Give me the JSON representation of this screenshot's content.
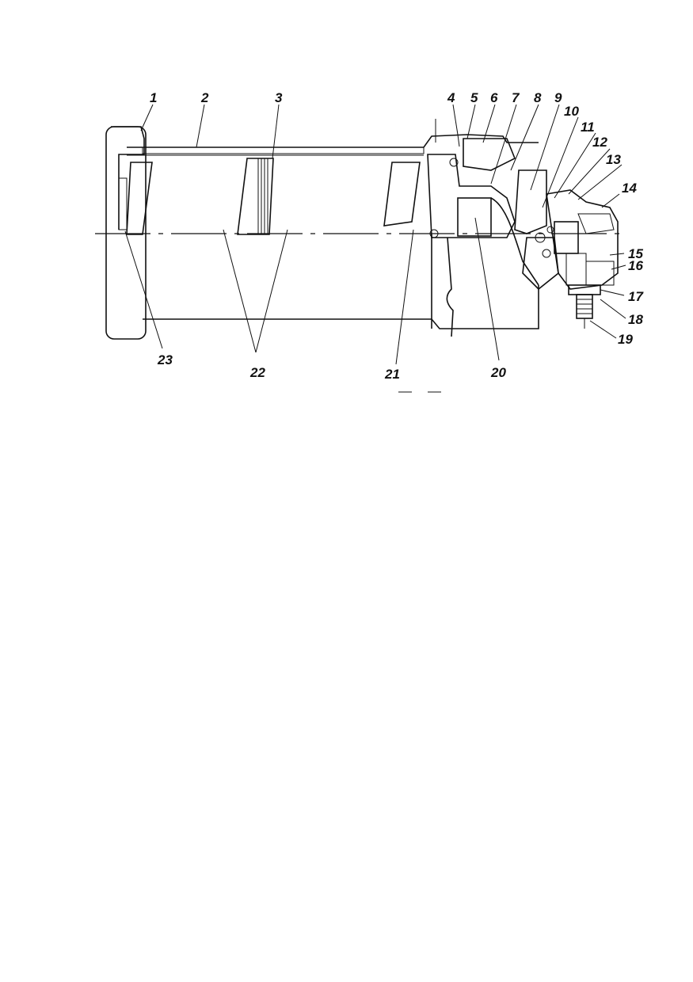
{
  "callouts": [
    "1",
    "2",
    "3",
    "4",
    "5",
    "6",
    "7",
    "8",
    "9",
    "10",
    "11",
    "12",
    "13",
    "14",
    "15",
    "16",
    "17",
    "18",
    "19",
    "20",
    "21",
    "22",
    "23"
  ],
  "colors": {
    "ink": "#111111",
    "paper": "#ffffff",
    "filter_stipple": "#e4e4e4"
  }
}
